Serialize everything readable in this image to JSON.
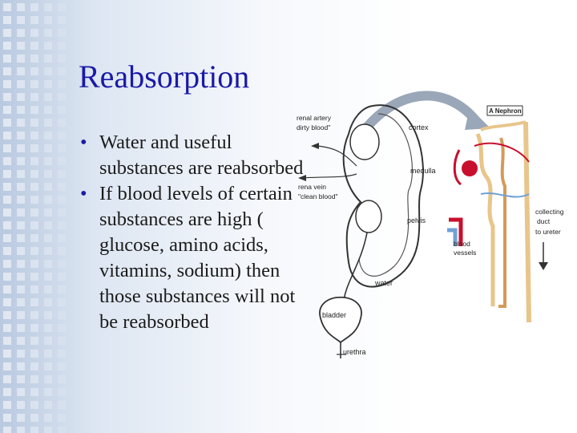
{
  "slide": {
    "title": "Reabsorption",
    "bullets": [
      "Water and useful substances are reabsorbed",
      "If blood levels of certain substances are high ( glucose, amino acids, vitamins, sodium) then those substances will not be reabsorbed"
    ],
    "bullet_symbol": "•"
  },
  "figure": {
    "labels": {
      "renal_artery": "renal artery",
      "dirty_blood": "dirty blood\"",
      "renal_vein": "rena vein",
      "clean_blood": "\"clean blood\"",
      "cortex": "cortex",
      "medulla": "medulla",
      "pelvis": "pelvis",
      "water": "water",
      "bladder": "bladder",
      "urethra": "urethra",
      "a_nephron": "A Nephron",
      "blood_vessels_1": "blood",
      "blood_vessels_2": "vessels",
      "collecting_1": "collecting",
      "collecting_2": "duct",
      "collecting_3": "to ureter"
    }
  },
  "colors": {
    "title": "#1a1aa6",
    "text": "#1b1b1b",
    "artery_red": "#c8102e",
    "vein_blue": "#6fa1d6",
    "tan": "#e8c58a"
  }
}
